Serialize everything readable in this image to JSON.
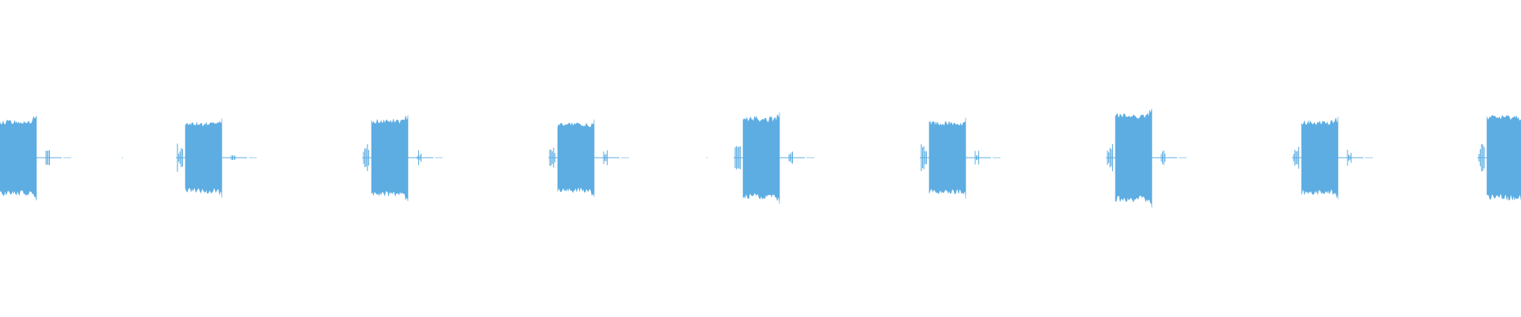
{
  "colors": {
    "background": "#ffffff",
    "waveform": "#5dade2"
  },
  "waveform": {
    "channel_count": 1,
    "burst_count": 9,
    "bursts": [
      {
        "index": 1,
        "clipped_left": true,
        "peak_amplitude": 0.48,
        "has_lead_blip": false,
        "has_tail": true
      },
      {
        "index": 2,
        "clipped_left": false,
        "peak_amplitude": 0.45,
        "has_lead_blip": true,
        "has_tail": true
      },
      {
        "index": 3,
        "clipped_left": false,
        "peak_amplitude": 0.49,
        "has_lead_blip": true,
        "has_tail": true
      },
      {
        "index": 4,
        "clipped_left": false,
        "peak_amplitude": 0.44,
        "has_lead_blip": true,
        "has_tail": true
      },
      {
        "index": 5,
        "clipped_left": false,
        "peak_amplitude": 0.52,
        "has_lead_blip": true,
        "has_tail": true
      },
      {
        "index": 6,
        "clipped_left": false,
        "peak_amplitude": 0.46,
        "has_lead_blip": true,
        "has_tail": true
      },
      {
        "index": 7,
        "clipped_left": false,
        "peak_amplitude": 0.56,
        "has_lead_blip": true,
        "has_tail": true
      },
      {
        "index": 8,
        "clipped_left": false,
        "peak_amplitude": 0.47,
        "has_lead_blip": true,
        "has_tail": true
      },
      {
        "index": 9,
        "clipped_left": false,
        "peak_amplitude": 0.54,
        "has_lead_blip": true,
        "has_tail": false
      }
    ]
  }
}
